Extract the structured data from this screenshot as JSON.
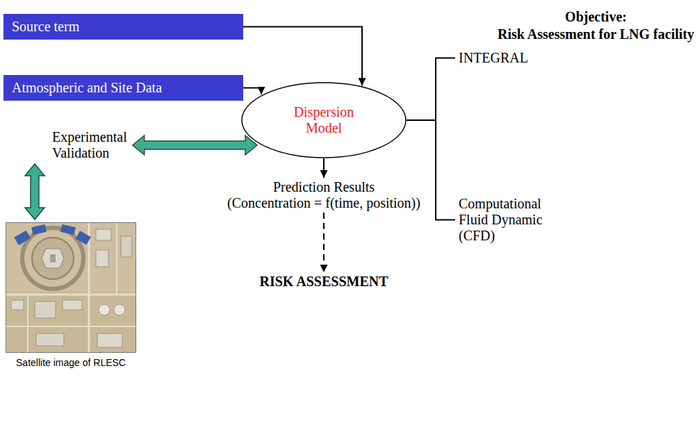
{
  "diagram": {
    "title": "Objective: Risk Assessment for LNG facility",
    "nodes": [
      {
        "text": [
          "Source term"
        ]
      },
      {
        "text": [
          "Atmospheric and Site Data"
        ]
      },
      {
        "text": [
          "Dispersion Model"
        ]
      },
      {
        "text": [
          "Experimental Validation"
        ]
      },
      {
        "text": [
          "Satellite image of RLESC"
        ]
      },
      {
        "text": [
          "Prediction Results (Concentration = f(time, position))"
        ]
      },
      {
        "text": [
          "RISK ASSESSMENT"
        ]
      },
      {
        "text": [
          "INTEGRAL"
        ]
      },
      {
        "text": [
          "Computational Fluid Dynamic (CFD)"
        ]
      }
    ],
    "edges": [
      {
        "from": 0,
        "to": 2,
        "arrow": "to"
      },
      {
        "from": 1,
        "to": 2,
        "arrow": "to"
      },
      {
        "from": 3,
        "to": 2,
        "arrow": "both"
      },
      {
        "from": 3,
        "to": 4,
        "arrow": "both"
      },
      {
        "from": 2,
        "to": 5,
        "arrow": "to"
      },
      {
        "from": 5,
        "to": 6,
        "arrow": "to"
      },
      {
        "from": 2,
        "to": 7,
        "arrow": "none"
      },
      {
        "from": 2,
        "to": 8,
        "arrow": "none"
      }
    ]
  }
}
